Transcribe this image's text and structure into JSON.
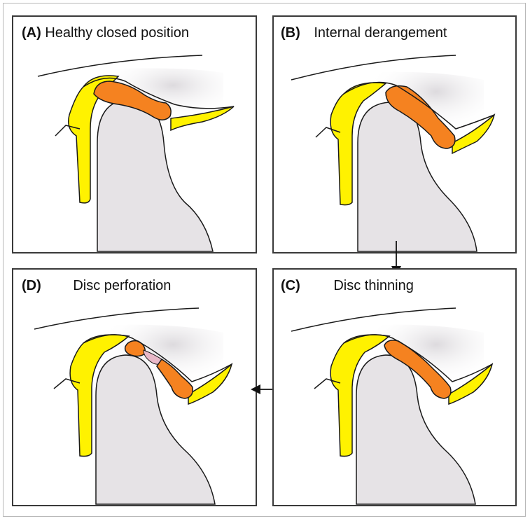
{
  "panels": [
    {
      "id": "A",
      "letter": "(A)",
      "title": "Healthy closed position"
    },
    {
      "id": "B",
      "letter": "(B)",
      "title": "Internal derangement"
    },
    {
      "id": "C",
      "letter": "(C)",
      "title": "Disc thinning"
    },
    {
      "id": "D",
      "letter": "(D)",
      "title": "Disc perforation"
    }
  ],
  "colors": {
    "disc": "#f58220",
    "ligament": "#fff200",
    "bone": "#e6e3e6",
    "perforation": "#e8b8c8",
    "outline": "#1a1a1a"
  }
}
